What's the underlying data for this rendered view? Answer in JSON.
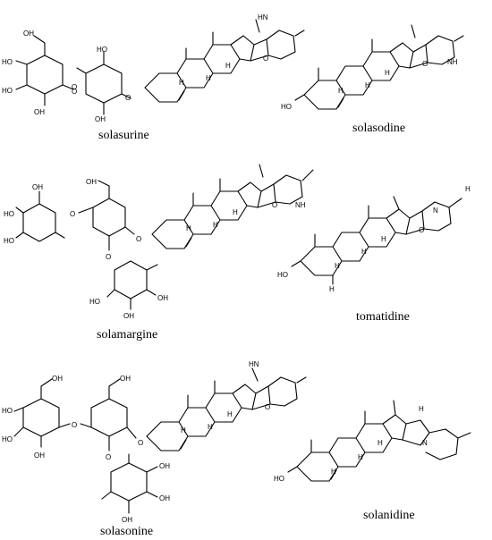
{
  "compounds": {
    "solasurine": {
      "name": "solasurine"
    },
    "solasodine": {
      "name": "solasodine"
    },
    "solamargine": {
      "name": "solamargine"
    },
    "tomatidine": {
      "name": "tomatidine"
    },
    "solasonine": {
      "name": "solasonine"
    },
    "solanidine": {
      "name": "solanidine"
    }
  },
  "atoms": {
    "oh": "OH",
    "ho": "HO",
    "o": "O",
    "h": "H",
    "n": "N",
    "nh": "NH",
    "hn": "HN"
  },
  "colors": {
    "ink": "#000000",
    "background": "#ffffff"
  }
}
